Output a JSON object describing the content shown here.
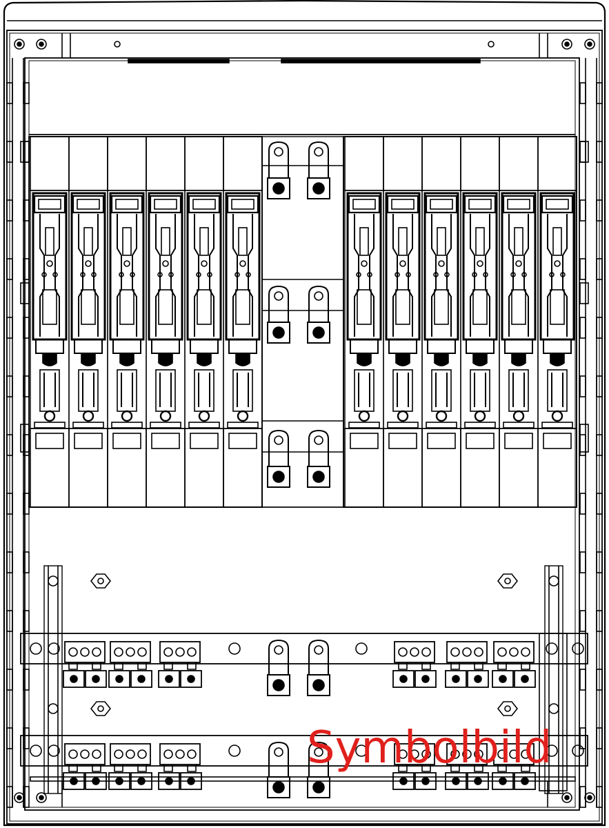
{
  "watermark": {
    "text": "Symbolbild",
    "color": "#e0201c"
  },
  "colors": {
    "line": "#000000",
    "background": "#ffffff"
  },
  "fuse_bases": {
    "left_count": 6,
    "right_count": 6
  },
  "busbar_lugs": {
    "upper_field_rows": 3,
    "per_row": 2
  },
  "terminal_blocks": {
    "rows": 2,
    "per_side": 3
  },
  "icons": {
    "fuse": "fuse-base-icon",
    "lug": "cable-lug-icon",
    "terminal": "terminal-block-icon",
    "mount": "mounting-hole-icon"
  }
}
